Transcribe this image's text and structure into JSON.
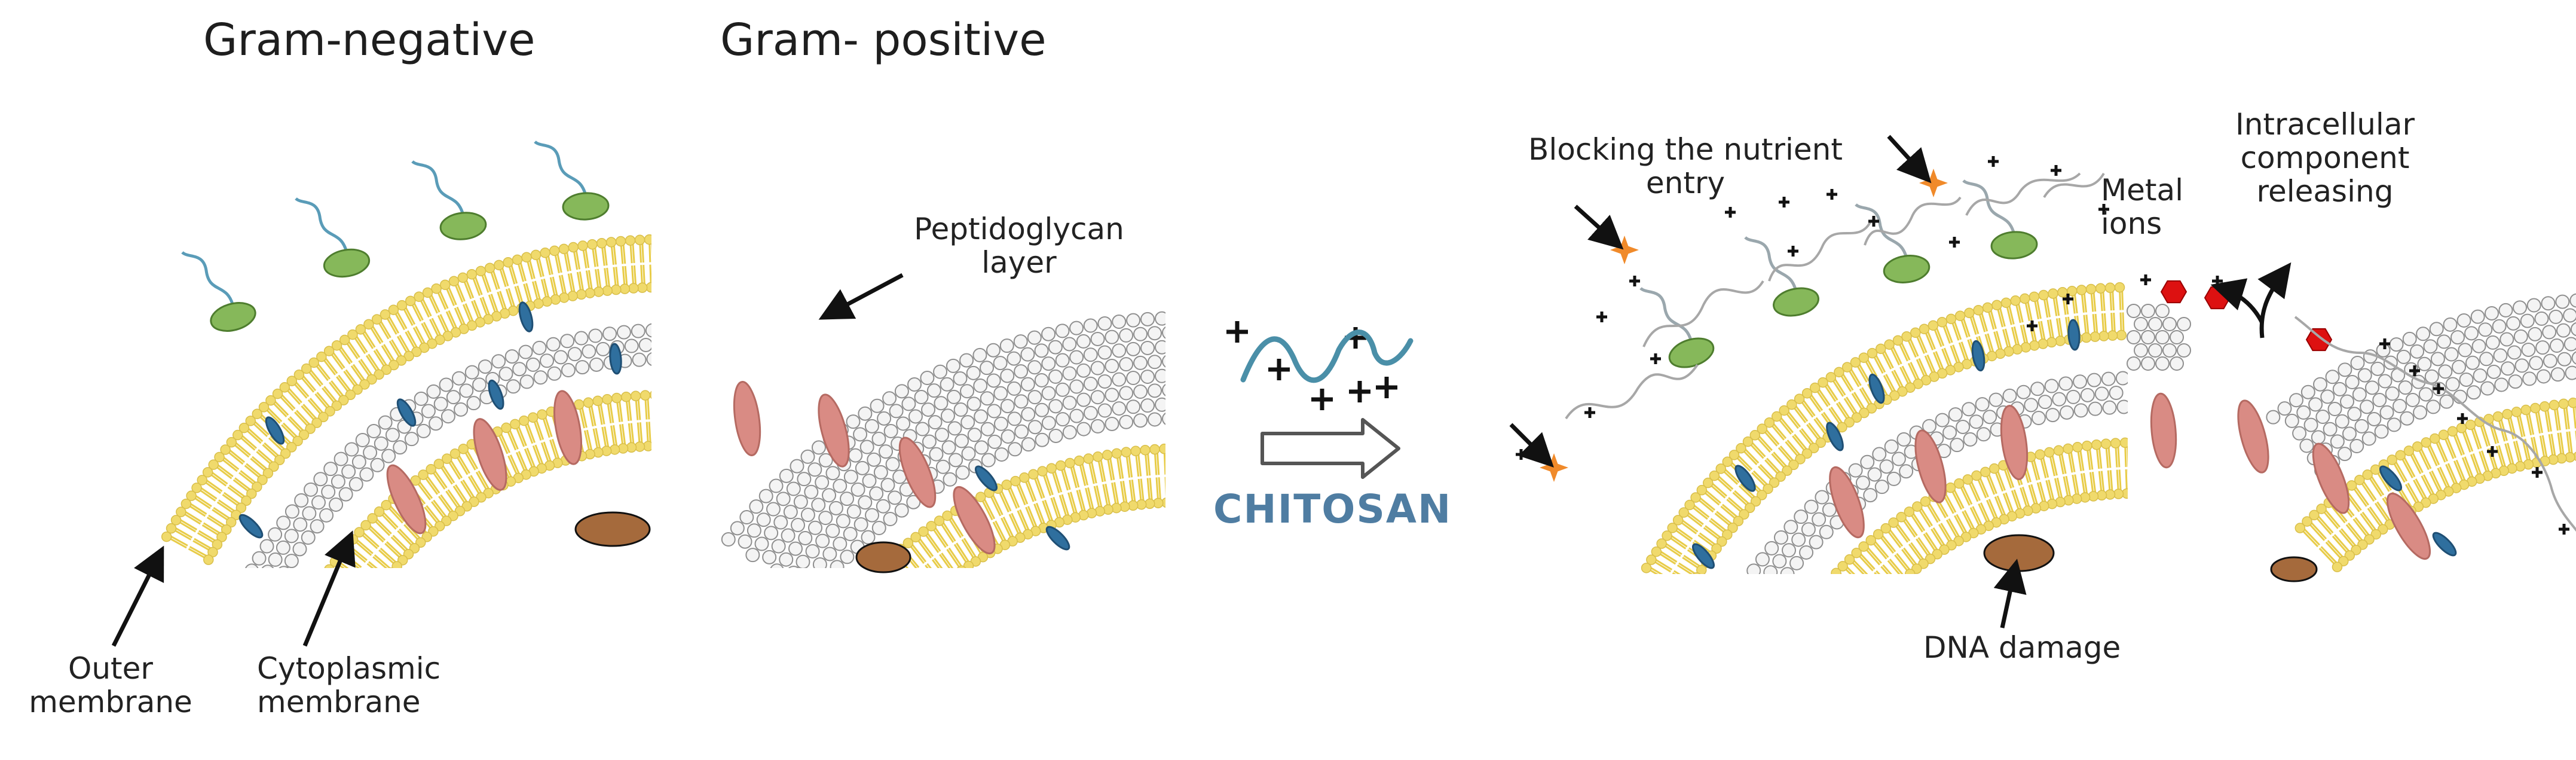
{
  "titles": {
    "gram_negative": "Gram-negative",
    "gram_positive": "Gram- positive"
  },
  "labels": {
    "peptidoglycan": [
      "Peptidoglycan",
      "layer"
    ],
    "outer_membrane": [
      "Outer",
      "membrane"
    ],
    "cytoplasmic_membrane": [
      "Cytoplasmic",
      "membrane"
    ],
    "chitosan": "CHITOSAN",
    "blocking": [
      "Blocking the nutrient",
      "entry"
    ],
    "metal_ions": [
      "Metal",
      "ions"
    ],
    "intracellular": [
      "Intracellular",
      "component",
      "releasing"
    ],
    "dna_damage": "DNA damage"
  },
  "colors": {
    "lipid_head": "#f0da6c",
    "lipid_tail": "#e8cc48",
    "peptidoglycan_bead": "#f4f4f4",
    "peptidoglycan_edge": "#8f8f8f",
    "lps": "#86b85a",
    "lps_chain": "#5a9cb8",
    "pink_protein": "#d98b84",
    "blue_protein": "#2f6f9e",
    "dna": "#a56a3c",
    "chitosan_text": "#4f7da2",
    "star": "#f08a2a",
    "metal_ion": "#dd1111"
  },
  "icons": [
    "arrow-icon",
    "plus-icon",
    "star-icon",
    "hexagon-icon",
    "hollow-arrow-icon"
  ]
}
